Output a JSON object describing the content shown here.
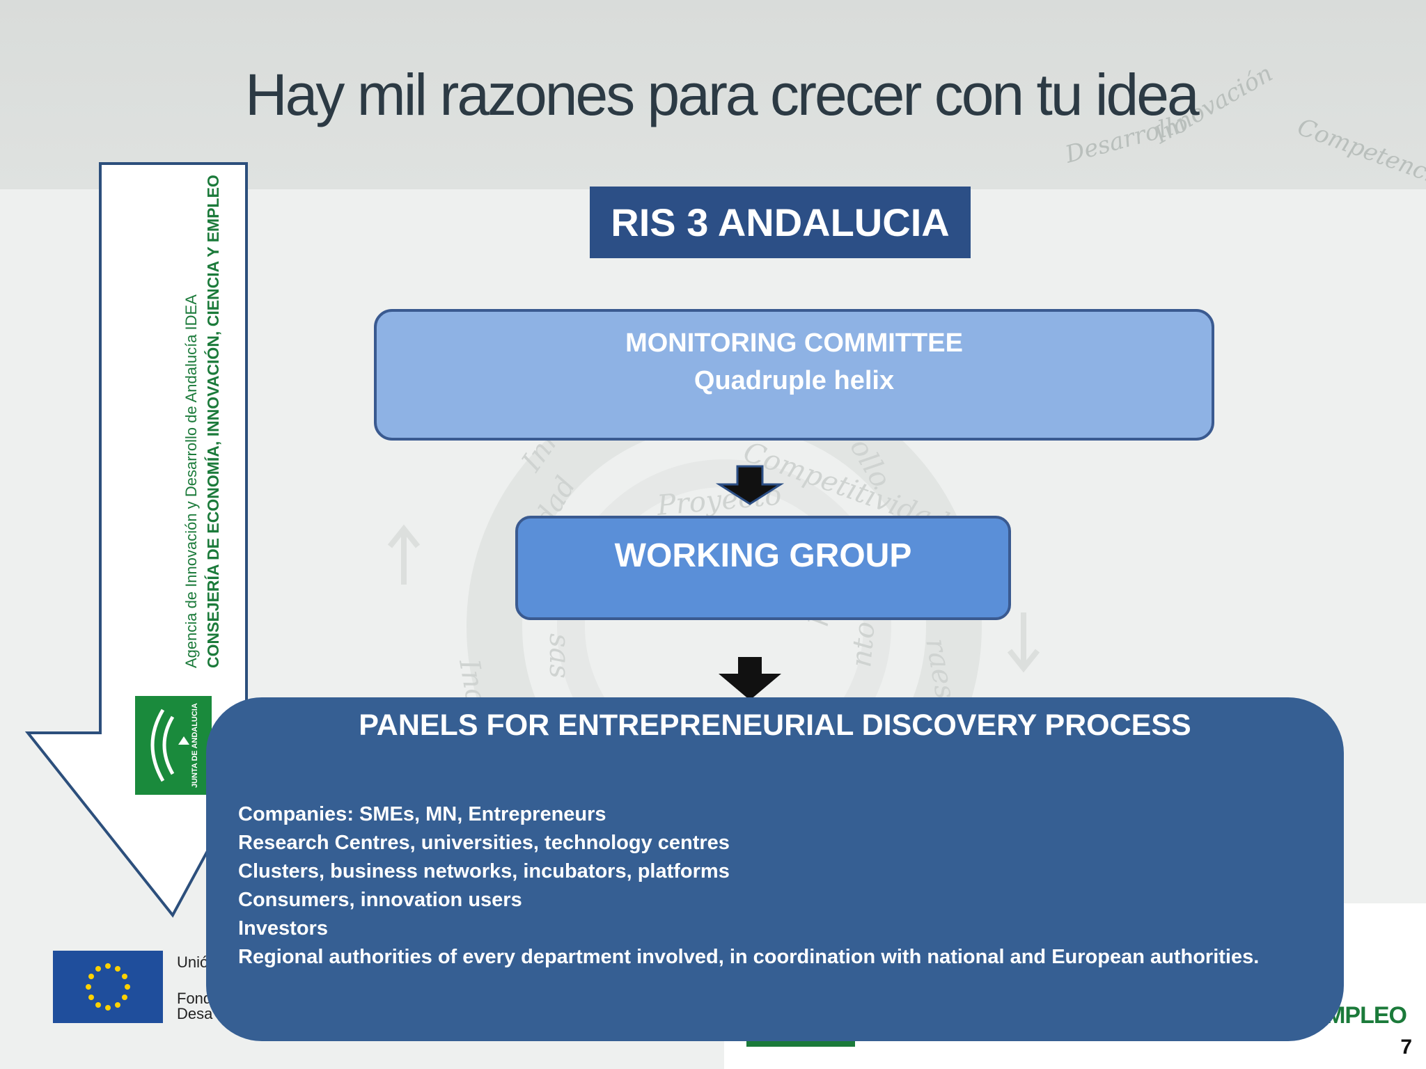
{
  "title": "Hay mil razones para crecer con tu idea",
  "banner_words": [
    "Innovación",
    "Desarrollo",
    "Competencia"
  ],
  "sidebar": {
    "agency": "Agencia de Innovación y Desarrollo de Andalucía IDEA",
    "consejeria": "CONSEJERÍA DE ECONOMÍA, INNOVACIÓN, CIENCIA Y EMPLEO",
    "junta_logo_text": "JUNTA DE ANDALUCIA"
  },
  "ris_title": "RIS 3 ANDALUCIA",
  "monitoring": {
    "line1": "MONITORING COMMITTEE",
    "line2": "Quadruple helix"
  },
  "working_group": "WORKING GROUP",
  "panels": {
    "title": "PANELS  FOR ENTREPRENEURIAL DISCOVERY PROCESS",
    "items": [
      "Companies: SMEs, MN, Entrepreneurs",
      "Research Centres, universities, technology centres",
      "Clusters,  business networks, incubators, platforms",
      "Consumers, innovation users",
      "Investors",
      "Regional authorities of every department involved, in coordination with national and European authorities."
    ]
  },
  "footer": {
    "eu_line1": "Unió",
    "eu_line2": "Fond",
    "eu_line3": "Desa",
    "empleo": "EMPLEO",
    "page_number": "7"
  },
  "watermark_words": [
    "Innov",
    "Competitividad",
    "Proyecto",
    "dad",
    "Ince",
    "sas",
    "presas",
    "nto",
    "raestru",
    "ollo"
  ],
  "colors": {
    "title_box": "#2c4f86",
    "monitoring_fill": "#8eb2e4",
    "working_fill": "#5a8fd8",
    "panels_fill": "#365f93",
    "green": "#1b7a3a",
    "eu_blue": "#1f4e9c"
  }
}
